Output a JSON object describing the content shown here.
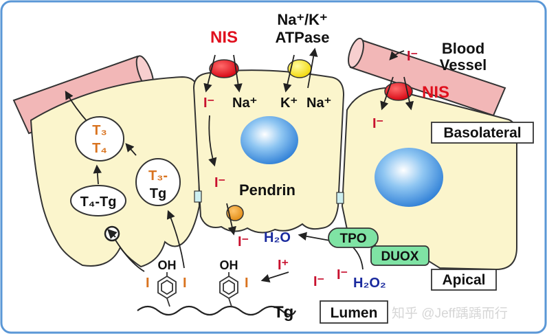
{
  "colors": {
    "cell_fill": "#FBF5CC",
    "cell_stroke": "#333333",
    "vessel_fill": "#F2B7B7",
    "nis_red": "#E0101E",
    "iodide_red": "#C8102E",
    "orange": "#D9731F",
    "navy": "#1A2A9E",
    "tpo_green": "#7FE3A4",
    "junction_cyan": "#CDEFF0"
  },
  "labels": {
    "nis_left": "NIS",
    "nis_right": "NIS",
    "atpase_line1": "Na⁺/K⁺",
    "atpase_line2": "ATPase",
    "blood_vessel_line1": "Blood",
    "blood_vessel_line2": "Vessel",
    "na_plus_left": "Na⁺",
    "k_plus": "K⁺",
    "na_plus_right": "Na⁺",
    "pendrin": "Pendrin",
    "basolateral": "Basolateral",
    "apical": "Apical",
    "lumen": "Lumen",
    "tpo": "TPO",
    "duox": "DUOX",
    "h2o": "H₂O",
    "h2o2": "H₂O₂",
    "i_plus": "I⁺",
    "t3": "T₃",
    "t4": "T₄",
    "t3_tg_top": "T₃-",
    "t3_tg_bottom": "Tg",
    "t4_tg": "T₄-Tg",
    "tg": "Tg",
    "oh_left": "OH",
    "oh_right": "OH",
    "iodine": "I",
    "iodide": "I⁻",
    "watermark": "知乎 @Jeff踽踽而行"
  }
}
